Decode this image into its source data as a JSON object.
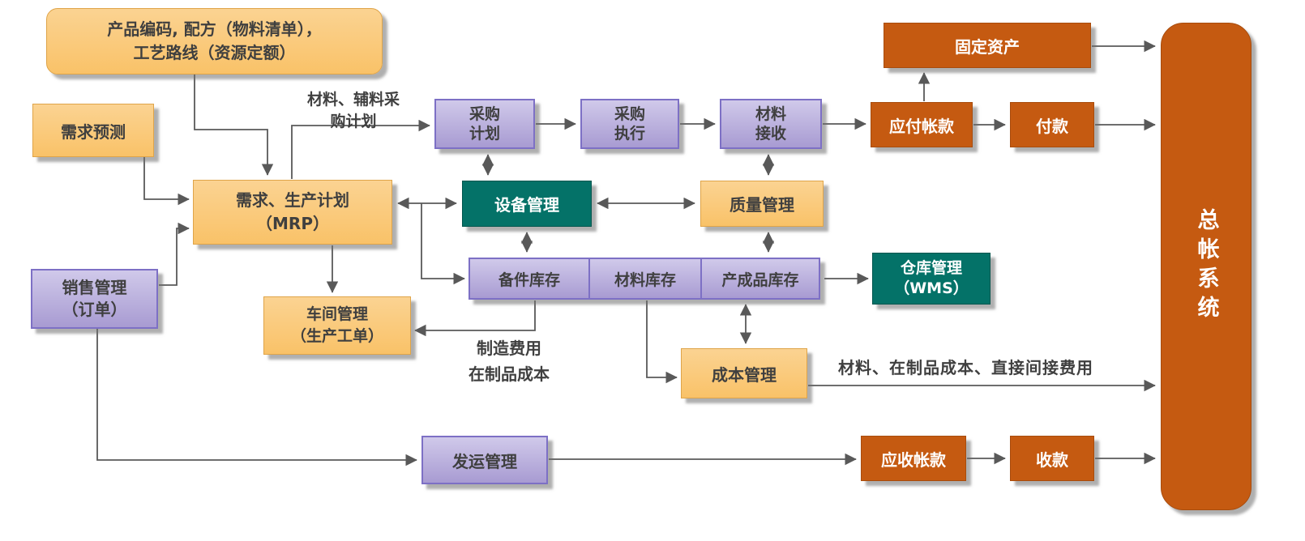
{
  "diagram": {
    "title_note": "",
    "colors": {
      "yellow_fill": "#FAC87C",
      "purple_fill": "#B3A8D7",
      "purple_border": "#7D70C5",
      "teal_fill": "#047268",
      "orange_fill": "#C55A11",
      "line": "#595959",
      "text_dark": "#3F3F3F"
    },
    "nodes": {
      "product_info": {
        "line1": "产品编码, 配方（物料清单），",
        "line2": "工艺路线（资源定额）"
      },
      "demand_forecast": {
        "label": "需求预测"
      },
      "mrp": {
        "line1": "需求、生产计划",
        "line2": "（MRP）"
      },
      "sales_mgmt": {
        "line1": "销售管理",
        "line2": "（订单）"
      },
      "purchase_plan": {
        "line1": "采购",
        "line2": "计划"
      },
      "purchase_exec": {
        "line1": "采购",
        "line2": "执行"
      },
      "material_receiving": {
        "line1": "材料",
        "line2": "接收"
      },
      "accounts_payable": {
        "label": "应付帐款"
      },
      "payment": {
        "label": "付款"
      },
      "fixed_assets": {
        "label": "固定资产"
      },
      "equipment_mgmt": {
        "label": "设备管理"
      },
      "quality_mgmt": {
        "label": "质量管理"
      },
      "inventory": {
        "cell1": "备件库存",
        "cell2": "材料库存",
        "cell3": "产成品库存"
      },
      "wms": {
        "line1": "仓库管理",
        "line2": "（WMS）"
      },
      "workshop_mgmt": {
        "line1": "车间管理",
        "line2": "（生产工单）"
      },
      "cost_mgmt": {
        "label": "成本管理"
      },
      "shipping_mgmt": {
        "label": "发运管理"
      },
      "accounts_receivable": {
        "label": "应收帐款"
      },
      "collection": {
        "label": "收款"
      },
      "general_ledger": {
        "label": "总帐系统"
      }
    },
    "labels": {
      "purchase_note_line1": "材料、辅料采",
      "purchase_note_line2": "购计划",
      "mfg_cost_line1": "制造费用",
      "mfg_cost_line2": "在制品成本",
      "cost_to_gl_note": "材料、在制品成本、直接间接费用"
    }
  }
}
